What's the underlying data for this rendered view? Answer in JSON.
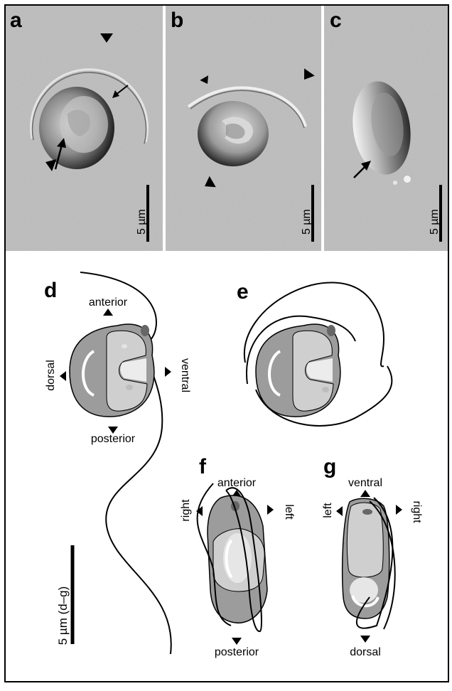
{
  "panels": {
    "a": {
      "letter": "a",
      "scale": "5 µm"
    },
    "b": {
      "letter": "b",
      "scale": "5 µm"
    },
    "c": {
      "letter": "c",
      "scale": "5 µm"
    },
    "d": {
      "letter": "d",
      "anterior": "anterior",
      "posterior": "posterior",
      "dorsal": "dorsal",
      "ventral": "ventral"
    },
    "e": {
      "letter": "e"
    },
    "f": {
      "letter": "f",
      "anterior": "anterior",
      "posterior": "posterior",
      "left": "left",
      "right": "right"
    },
    "g": {
      "letter": "g",
      "ventral": "ventral",
      "dorsal": "dorsal",
      "left": "left",
      "right": "right"
    }
  },
  "scale_dg": "5 µm (d–g)",
  "colors": {
    "micrograph_bg": "#bdbdbd",
    "cell_outer": "#9c9c9c",
    "cell_inner": "#cfcfcf",
    "cell_light": "#ececec",
    "outline": "#000000"
  }
}
